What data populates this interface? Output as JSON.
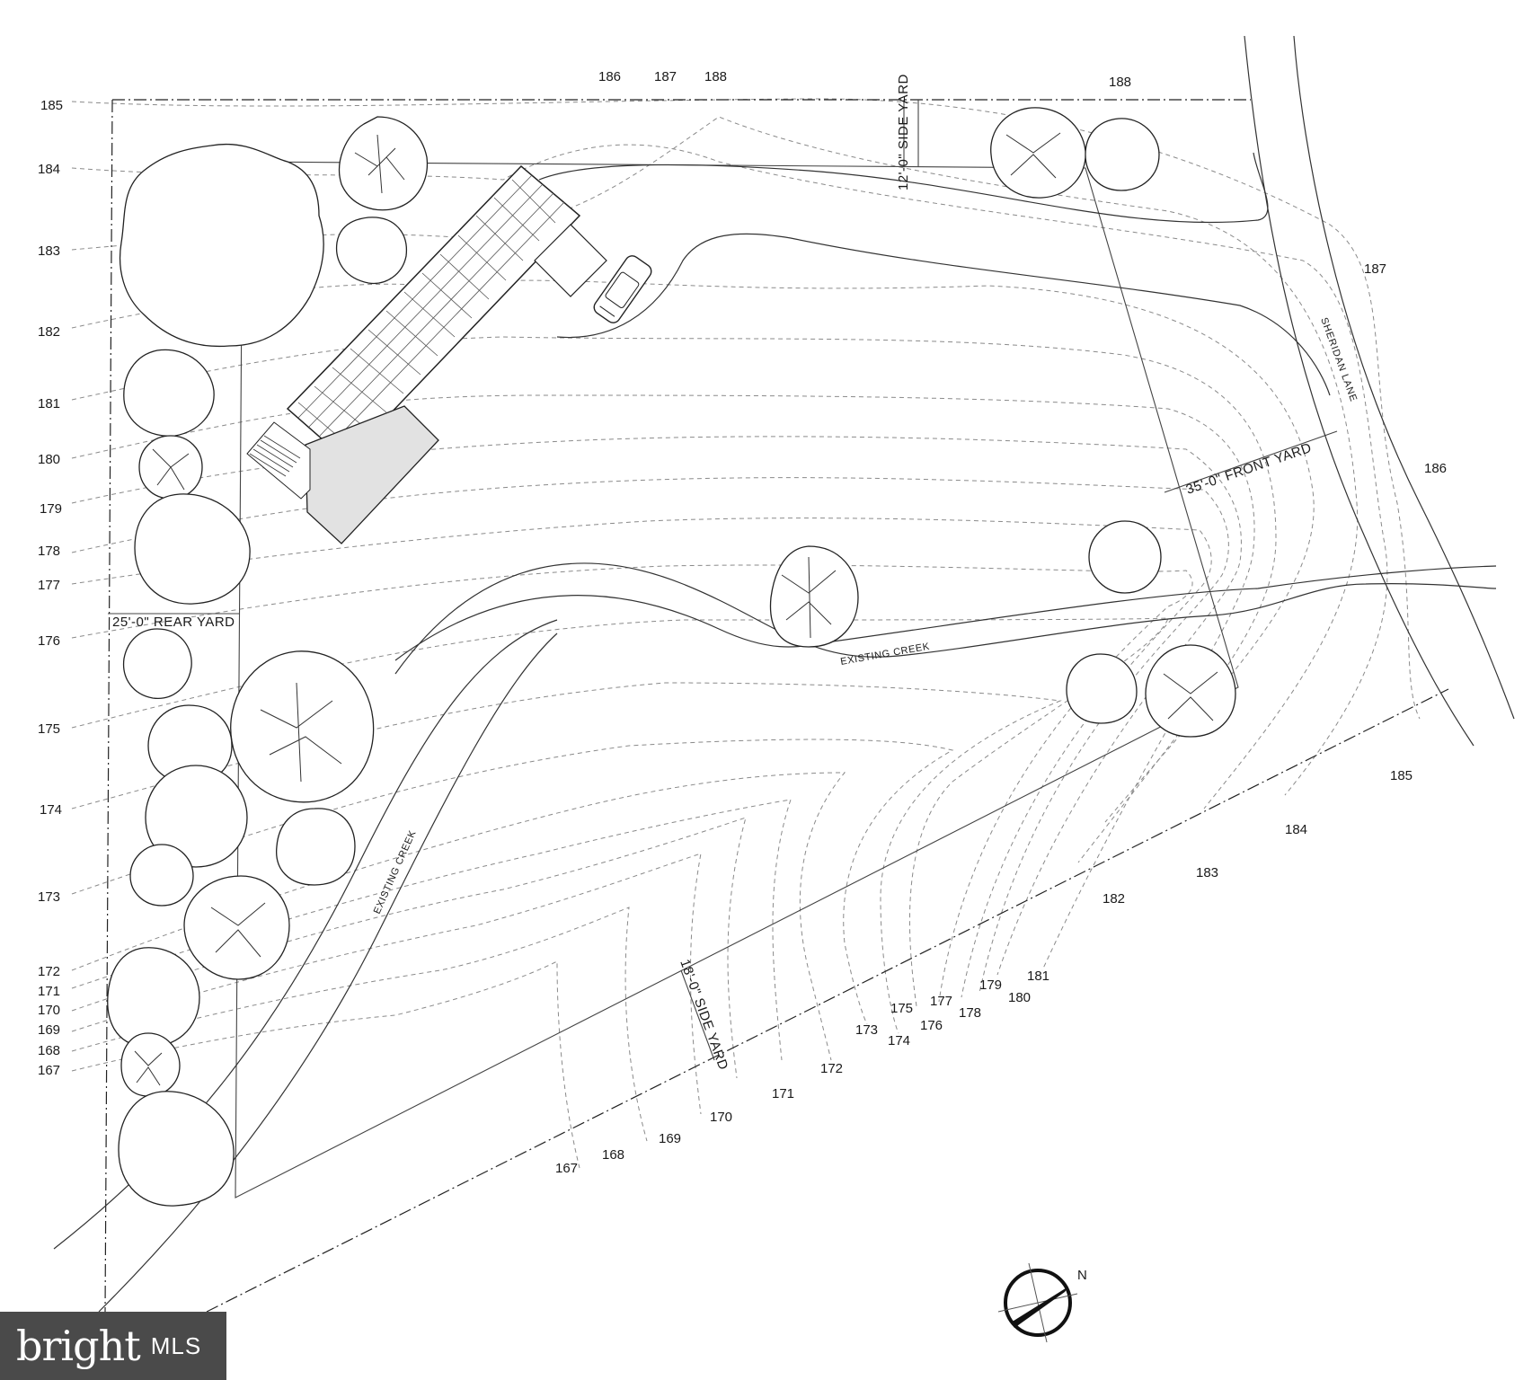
{
  "contour_labels": {
    "west": [
      "185",
      "184",
      "183",
      "182",
      "181",
      "180",
      "179",
      "178",
      "177",
      "176",
      "175",
      "174",
      "173",
      "172",
      "171",
      "170",
      "169",
      "168",
      "167"
    ],
    "north": [
      "186",
      "187",
      "188"
    ],
    "north_east": "188",
    "east": [
      "187",
      "186",
      "185",
      "184",
      "183",
      "182"
    ],
    "south": [
      "181",
      "180",
      "179",
      "178",
      "177",
      "176",
      "175",
      "174",
      "173",
      "172",
      "171",
      "170",
      "169",
      "168",
      "167"
    ]
  },
  "annotations": {
    "side_yard_north": "12'-0\" SIDE YARD",
    "front_yard": "35'-0\" FRONT YARD",
    "rear_yard": "25'-0\" REAR YARD",
    "side_yard_south": "18'-0\" SIDE YARD",
    "creek_upper": "EXISTING CREEK",
    "creek_lower": "EXISTING CREEK",
    "street": "SHERIDAN LANE"
  },
  "north_arrow": {
    "label": "N"
  },
  "watermark": {
    "brand": "bright",
    "suffix": "MLS"
  }
}
